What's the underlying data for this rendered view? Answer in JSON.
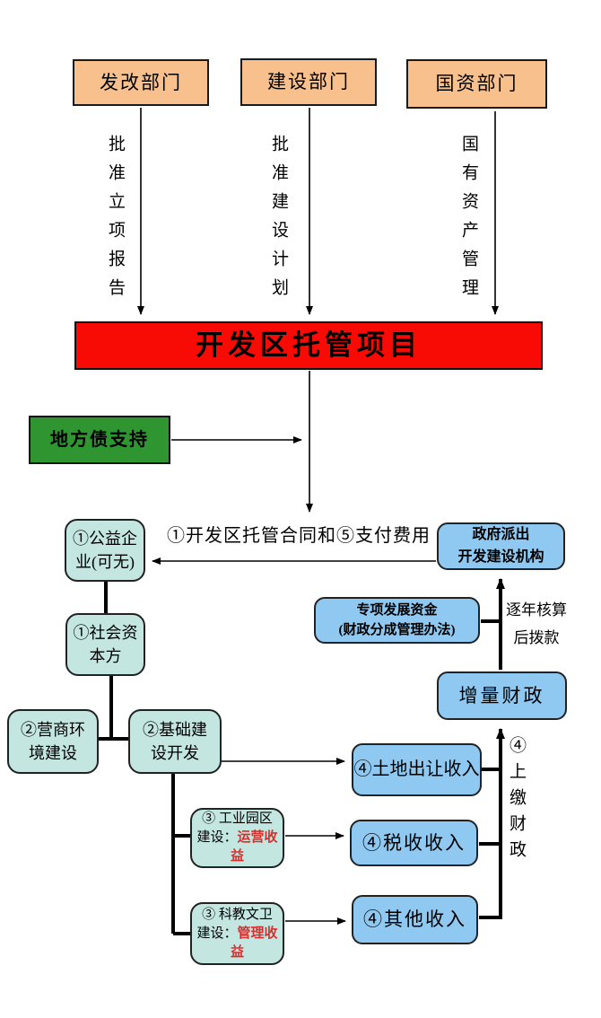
{
  "colors": {
    "department_fill": "#F8C08C",
    "banner_fill": "#F90B05",
    "green_fill": "#2E9530",
    "teal_fill": "#C4E6E1",
    "blue_fill": "#8FC8F0",
    "red_text": "#D3312F",
    "line_color": "#000000"
  },
  "departments": [
    "发改部门",
    "建设部门",
    "国资部门"
  ],
  "approval_labels": [
    "批准立项报告",
    "批准建设计划",
    "国有资产管理"
  ],
  "banner": "开发区托管项目",
  "local_debt": "地方债支持",
  "contract_payment_label": "①开发区托管合同和⑤支付费用",
  "annual_settlement": "逐年核算\n后拨款",
  "pay_to_finance": "④上缴财政",
  "nodes": {
    "public_welfare": "①公益企\n业(可无)",
    "social_capital": "①社会资\n本方",
    "gov_agency": "政府派出\n开发建设机构",
    "special_fund": "专项发展资金\n(财政分成管理办法)",
    "incremental_finance": "增量财政",
    "business_env": "②营商环\n境建设",
    "infrastructure": "②基础建\n设开发",
    "industrial_park_black": "③ 工业园区\n建设：",
    "industrial_park_red": "运营收\n益",
    "science_edu_black": "③ 科教文卫\n建设：",
    "science_edu_red": "管理收\n益",
    "land_transfer_revenue": "④土地出让收入",
    "tax_revenue": "④税收收入",
    "other_revenue": "④其他收入"
  }
}
